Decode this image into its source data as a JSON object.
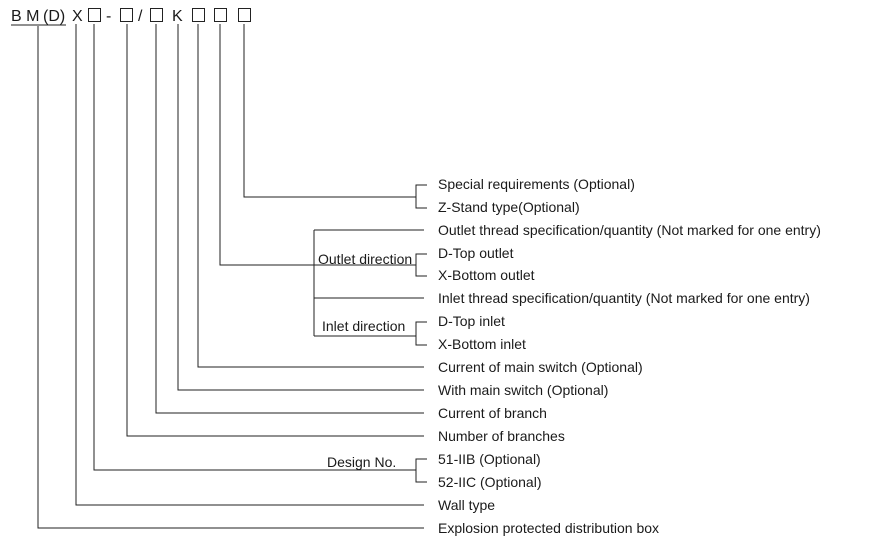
{
  "model_code": {
    "prefix": "B M",
    "paren": "(D)",
    "x": "X",
    "dash": "-",
    "slash": "/",
    "k": "K"
  },
  "labels": {
    "special": "Special requirements (Optional)",
    "zstand": "Z-Stand type(Optional)",
    "outlet_thread": "Outlet thread specification/quantity (Not marked for one entry)",
    "outlet_direction": "Outlet direction",
    "d_top_outlet": "D-Top outlet",
    "x_bottom_outlet": "X-Bottom outlet",
    "inlet_thread": "Inlet thread specification/quantity  (Not marked for one entry)",
    "inlet_direction": "Inlet direction",
    "d_top_inlet": "D-Top inlet",
    "x_bottom_inlet": "X-Bottom inlet",
    "current_main": "Current of main switch (Optional)",
    "with_main": "With main switch (Optional)",
    "current_branch": "Current of branch",
    "num_branches": "Number of branches",
    "design_no": "Design No.",
    "iib": "51-IIB (Optional)",
    "iic": "52-IIC (Optional)",
    "wall_type": "Wall type",
    "explosion": "Explosion protected distribution box"
  }
}
